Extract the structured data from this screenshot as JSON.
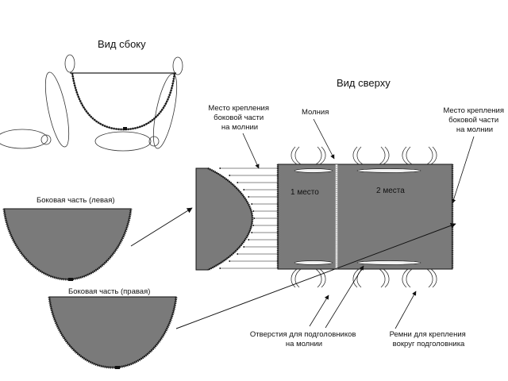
{
  "titles": {
    "side_view": "Вид сбоку",
    "top_view": "Вид сверху"
  },
  "labels": {
    "side_left": "Боковая часть (левая)",
    "side_right": "Боковая часть (правая)",
    "attach_left": [
      "Место крепления",
      "боковой части",
      "на молнии"
    ],
    "zipper": "Молния",
    "attach_right": [
      "Место крепления",
      "боковой части",
      "на молнии"
    ],
    "place_1": "1 место",
    "place_2": "2 места",
    "holes": [
      "Отверстия для подголовников",
      "на молнии"
    ],
    "straps": [
      "Ремни для крепления",
      "вокруг подголовника"
    ]
  },
  "colors": {
    "panel_fill": "#7a7a7a",
    "stroke": "#111111",
    "zipper_fill": "#f2f2f2"
  }
}
